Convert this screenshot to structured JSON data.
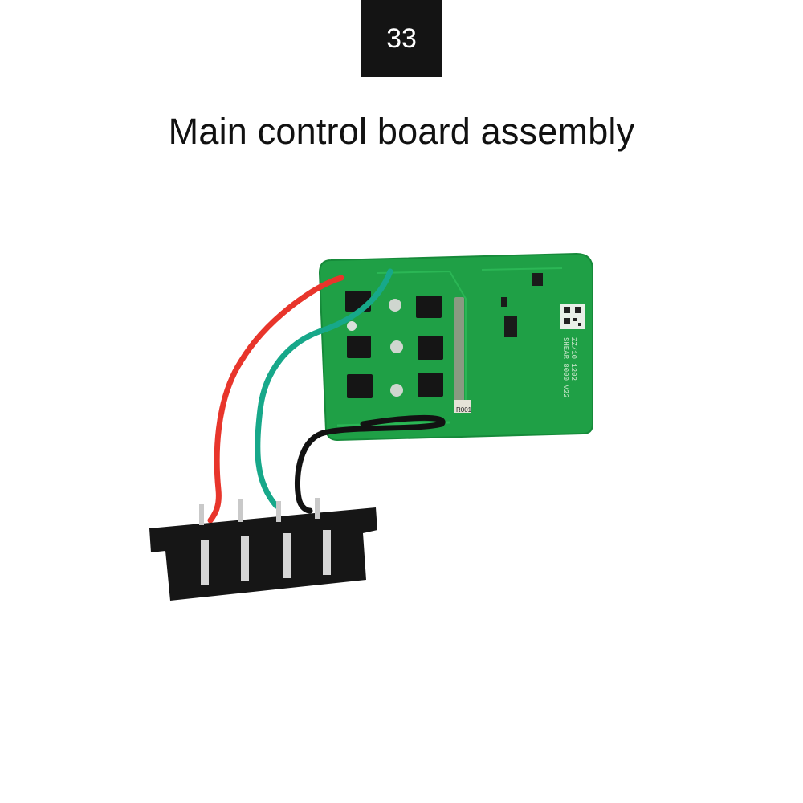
{
  "badge": {
    "number": "33"
  },
  "title": "Main control board assembly",
  "board_markings": {
    "line1": "ZZ/10 1202",
    "line2": "SHEAR 8000 V22",
    "resistor": "R001"
  },
  "colors": {
    "badge_bg": "#141414",
    "pcb": "#1fa046",
    "wire_red": "#e8352b",
    "wire_green": "#17a88a",
    "wire_black": "#121212",
    "connector": "#161616"
  }
}
